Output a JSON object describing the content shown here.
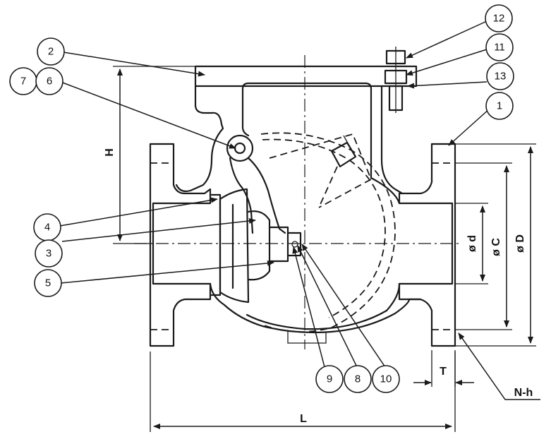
{
  "callouts": {
    "c1": "1",
    "c2": "2",
    "c3": "3",
    "c4": "4",
    "c5": "5",
    "c6": "6",
    "c7": "7",
    "c8": "8",
    "c9": "9",
    "c10": "10",
    "c11": "11",
    "c12": "12",
    "c13": "13"
  },
  "dimensions": {
    "H": "H",
    "L": "L",
    "T": "T",
    "d": "ø d",
    "C": "ø C",
    "D": "ø D",
    "Nh": "N-h"
  },
  "colors": {
    "ink": "#1a1a1a",
    "background": "#ffffff"
  }
}
